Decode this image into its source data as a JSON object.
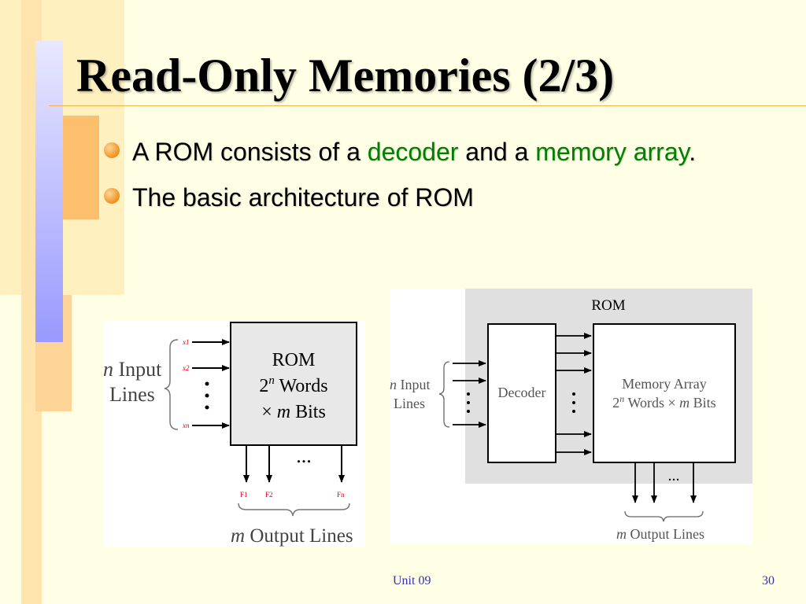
{
  "slide": {
    "title": "Read-Only Memories (2/3)",
    "bullets": [
      {
        "before": "A ROM consists of a ",
        "hl1": "decoder",
        "middle": " and a ",
        "hl2": "memory array",
        "after": "."
      },
      {
        "text": "The basic architecture of ROM"
      }
    ],
    "footer": {
      "unit": "Unit 09",
      "page": "30"
    }
  },
  "colors": {
    "background": "#ffffe5",
    "highlight_green": "#008000",
    "bullet_orange": "#f29a2e",
    "bar_orange": "#ffc36e",
    "bar_blue": "#9999ff",
    "signal_red": "#e8001a",
    "rom_block_gray": "#e8e8e8"
  },
  "diagram_left": {
    "input_label_n": "n",
    "input_label_rest": " Input",
    "input_label_line2": "Lines",
    "inputs": [
      "x1",
      "x2",
      "xn"
    ],
    "box_line1": "ROM",
    "box_line2_base": "2",
    "box_line2_exp": "n",
    "box_line2_rest": " Words",
    "box_line3_prefix": "× ",
    "box_line3_m": "m",
    "box_line3_rest": " Bits",
    "dots": "...",
    "outputs": [
      "F1",
      "F2",
      "Fn"
    ],
    "output_label_m": "m",
    "output_label_rest": " Output Lines"
  },
  "diagram_right": {
    "rom_label": "ROM",
    "input_label_n": "n",
    "input_label_rest": " Input",
    "input_label_line2": "Lines",
    "decoder_label": "Decoder",
    "array_line1": "Memory Array",
    "array_line2_base": "2",
    "array_line2_exp": "n",
    "array_line2_mid": " Words × ",
    "array_line2_m": "m",
    "array_line2_rest": " Bits",
    "dots": "...",
    "output_label_m": "m",
    "output_label_rest": " Output Lines"
  }
}
